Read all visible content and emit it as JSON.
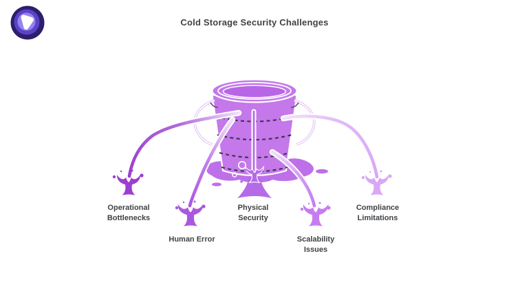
{
  "header": {
    "title": "Cold Storage Security Challenges"
  },
  "logo": {
    "outer_color": "#2D1E6E",
    "mid_color": "#5B42C6",
    "inner_color": "#9584EF",
    "core_color": "#FFFFFF"
  },
  "bucket": {
    "fill": "#C478EA",
    "opening_fill": "#B767E6",
    "puddle_fill": "#BD70E8",
    "dash_color": "#3E3150",
    "outline": "#FFFFFF"
  },
  "text_color": "#3F4245",
  "challenges": [
    {
      "id": "operational-bottlenecks",
      "label": "Operational Bottlenecks",
      "lines": [
        "Operational",
        "Bottlenecks"
      ],
      "color": "#9C3ED0"
    },
    {
      "id": "human-error",
      "label": "Human Error",
      "lines": [
        "Human Error"
      ],
      "color": "#A958E0"
    },
    {
      "id": "physical-security",
      "label": "Physical Security",
      "lines": [
        "Physical",
        "Security"
      ],
      "color": "#B56BE7"
    },
    {
      "id": "scalability-issues",
      "label": "Scalability Issues",
      "lines": [
        "Scalability",
        "Issues"
      ],
      "color": "#C77CF0"
    },
    {
      "id": "compliance-limitations",
      "label": "Compliance Limitations",
      "lines": [
        "Compliance",
        "Limitations"
      ],
      "color": "#D9A7F5"
    }
  ]
}
